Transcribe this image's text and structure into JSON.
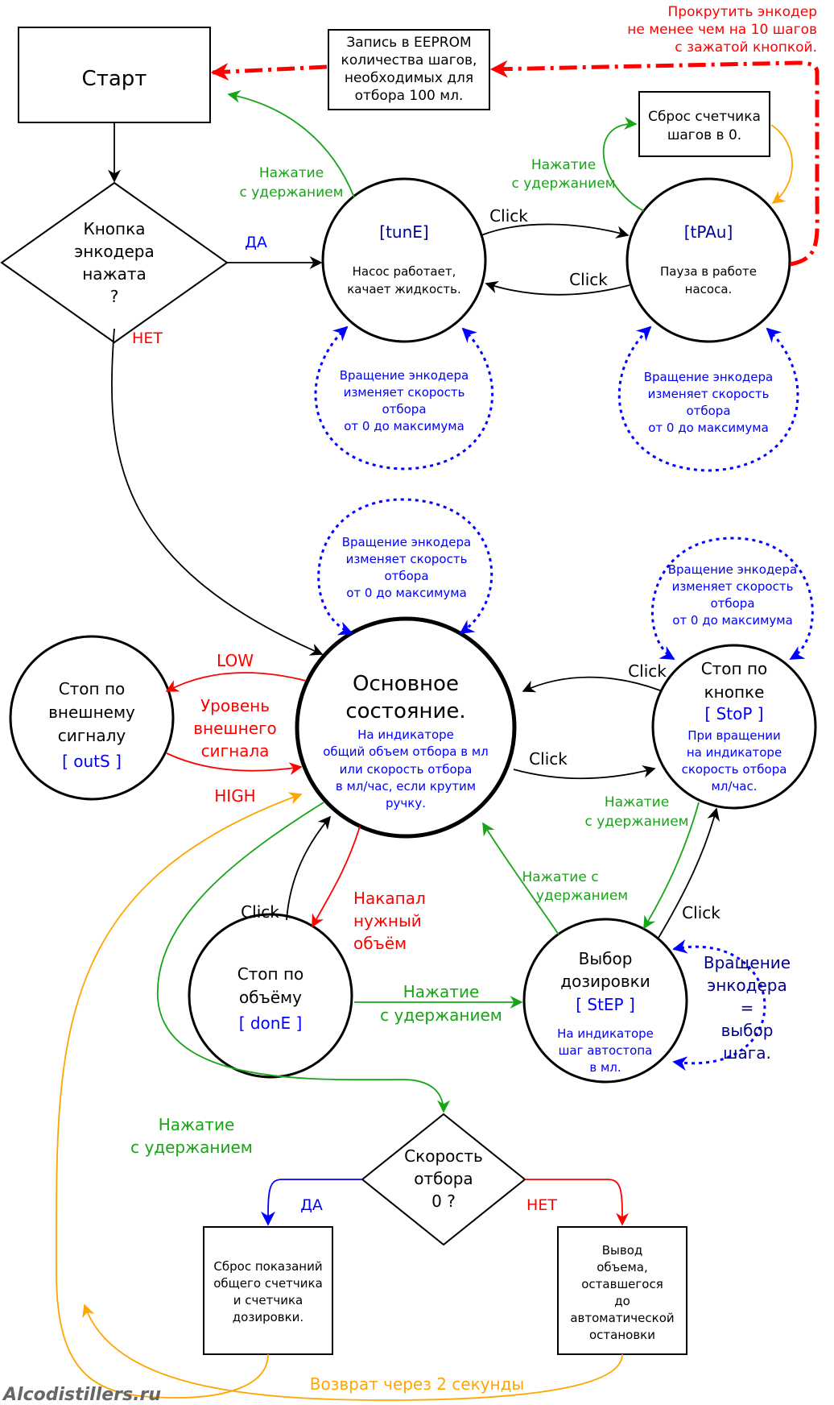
{
  "colors": {
    "black": "#000000",
    "green": "#17a517",
    "red": "#ff0000",
    "blue": "#0000ff",
    "navy": "#00008b",
    "orange": "#ffa500",
    "watermark": "#666666"
  },
  "start": {
    "label": "Старт"
  },
  "eeprom": {
    "lines": [
      "Запись в EEPROM",
      "количества шагов,",
      "необходимых для",
      "отбора 100 мл."
    ]
  },
  "rotate_note": {
    "lines": [
      "Прокрутить энкодер",
      "не менее чем на 10 шагов",
      "с зажатой кнопкой."
    ]
  },
  "reset_steps": {
    "lines": [
      "Сброс счетчика",
      "шагов в 0."
    ]
  },
  "encoder_decision": {
    "lines": [
      "Кнопка",
      "энкодера",
      "нажата",
      "?"
    ]
  },
  "yes_label": "ДА",
  "no_label": "НЕТ",
  "tune": {
    "code": "[tunE]",
    "lines": [
      "Насос работает,",
      "качает жидкость."
    ]
  },
  "tpau": {
    "code": "[tPAu]",
    "lines": [
      "Пауза в работе",
      "насоса."
    ]
  },
  "click_label": "Click",
  "hold_lines": [
    "Нажатие",
    "с удержанием"
  ],
  "hold_short": "Нажатие с",
  "hold_short2": "удержанием",
  "rotation_note": [
    "Вращение энкодера",
    "изменяет скорость",
    "отбора",
    "от 0 до максимума"
  ],
  "main": {
    "title_lines": [
      "Основное",
      "состояние."
    ],
    "desc_lines": [
      "На индикаторе",
      "общий объем отбора в мл",
      "или скорость отбора",
      "в мл/час, если крутим",
      "ручку."
    ]
  },
  "outs": {
    "lines": [
      "Стоп по",
      "внешнему",
      "сигналу"
    ],
    "code": "[ outS ]"
  },
  "low_label": "LOW",
  "high_label": "HIGH",
  "ext_signal": [
    "Уровень",
    "внешнего",
    "сигнала"
  ],
  "stop": {
    "lines": [
      "Стоп по",
      "кнопке"
    ],
    "code": "[ StoP ]",
    "desc_lines": [
      "При вращении",
      "на индикаторе",
      "скорость отбора",
      "мл/час."
    ]
  },
  "done": {
    "lines": [
      "Стоп по",
      "объёму"
    ],
    "code": "[ donE ]"
  },
  "accum": [
    "Накапал",
    "нужный",
    "объём"
  ],
  "step": {
    "lines": [
      "Выбор",
      "дозировки"
    ],
    "code": "[ StEP ]",
    "desc_lines": [
      "На индикаторе",
      "шаг автостопа",
      "в мл."
    ]
  },
  "step_rotation": [
    "Вращение",
    "энкодера",
    "=",
    "выбор",
    "шага."
  ],
  "speed_decision": {
    "lines": [
      "Скорость",
      "отбора",
      "0 ?"
    ]
  },
  "reset_counters": {
    "lines": [
      "Сброс показаний",
      "общего счетчика",
      "и счетчика",
      "дозировки."
    ]
  },
  "remaining": {
    "lines": [
      "Вывод",
      "объема,",
      "оставшегося",
      "до",
      "автоматической",
      "остановки"
    ]
  },
  "return_label": "Возврат через 2 секунды",
  "watermark": "Alcodistillers.ru"
}
